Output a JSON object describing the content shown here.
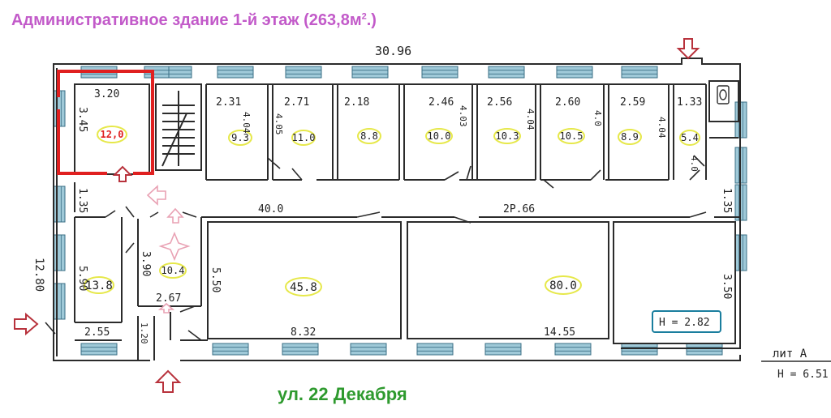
{
  "title": {
    "text": "Административное здание 1-й этаж (263,8м",
    "sup": "2",
    "close": ".)"
  },
  "street": "ул. 22 Декабря",
  "dims": {
    "total_width": "30.96",
    "total_height": "12.80",
    "r1_w": "3.20",
    "r1_h": "3.45",
    "d231": "2.31",
    "d404a": "4.04",
    "d271": "2.71",
    "d405": "4.05",
    "d218": "2.18",
    "d246": "2.46",
    "d403a": "4.03",
    "d256": "2.56",
    "d404b": "4.04",
    "d260": "2.60",
    "d40a": "4.0",
    "d259": "2.59",
    "d404c": "4.04",
    "d133": "1.33",
    "d40b": "4.0",
    "d135a": "1.35",
    "d135b": "1.35",
    "d400": "40.0",
    "d2866": "2P.66",
    "d590": "5.90",
    "d390": "3.90",
    "d550": "5.50",
    "d350": "3.50",
    "d267": "2.67",
    "d255": "2.55",
    "d120": "1.20",
    "d832": "8.32",
    "d1455": "14.55",
    "height_note": "H = 2.82",
    "lit": "лит А",
    "h651": "H = 6.51"
  },
  "areas": {
    "a120": "12,0",
    "a93": "9.3",
    "a110": "11.0",
    "a88": "8.8",
    "a100": "10.0",
    "a103": "10.3",
    "a105": "10.5",
    "a89": "8.9",
    "a54": "5.4",
    "a104": "10.4",
    "a138": "13.8",
    "a458": "45.8",
    "a800": "80.0"
  },
  "colors": {
    "wall": "#2b2b2b",
    "window_fill": "#9fc9d8",
    "window_stroke": "#3b6f86",
    "highlight": "#e02020",
    "area_ring": "#e6e84a",
    "arrow": "#b8323c",
    "arrow_light": "#e9a2b4",
    "note_box": "#1a7e9e"
  }
}
